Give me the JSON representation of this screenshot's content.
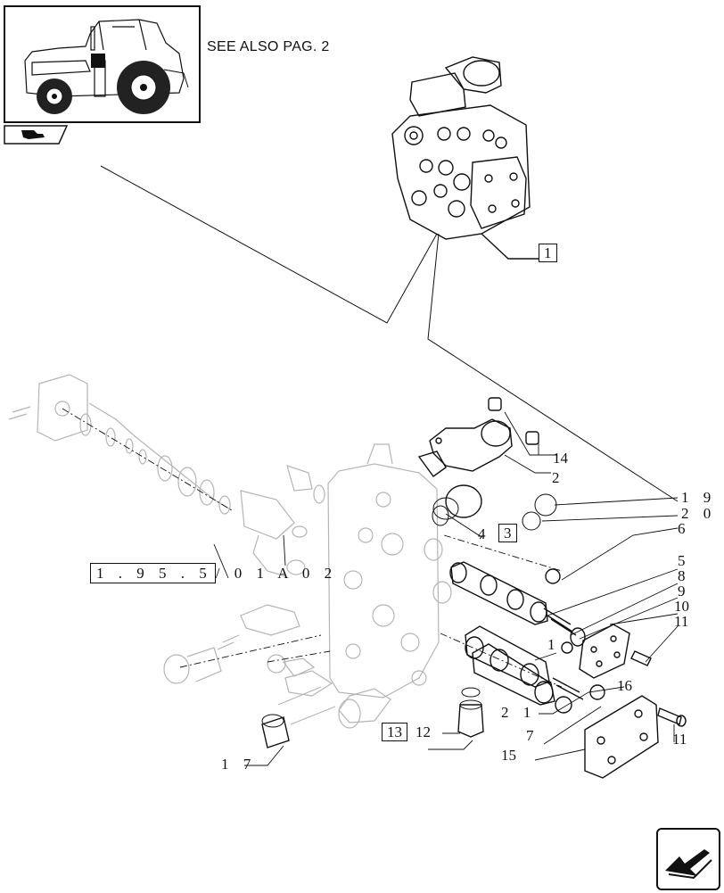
{
  "header": {
    "see_also": "SEE ALSO PAG. 2"
  },
  "reference": {
    "left": "1 . 9 5 . 5",
    "right": "/ 0 1 A   0 2"
  },
  "callouts": {
    "c1": "1",
    "c2": "2",
    "c3": "3",
    "c4": "4",
    "c5": "5",
    "c6": "6",
    "c7": "7",
    "c8": "8",
    "c9": "9",
    "c10": "10",
    "c11a": "11",
    "c11b": "11",
    "c12": "12",
    "c13": "13",
    "c14": "14",
    "c15": "15",
    "c16": "16",
    "c17": "1 7",
    "c19": "1 9",
    "c20": "2 0",
    "c21": "2 1",
    "c1b": "1"
  },
  "icons": {
    "thumbnail": "tractor-thumbnail-icon",
    "tab": "section-tab-icon",
    "nav": "next-page-arrow-icon"
  }
}
